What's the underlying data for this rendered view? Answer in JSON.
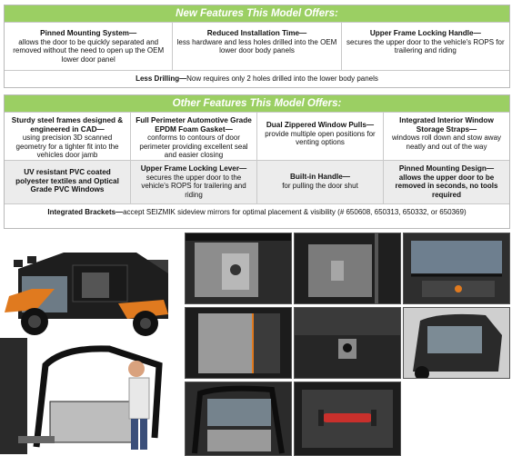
{
  "new_features": {
    "title": "New Features This Model Offers:",
    "items": [
      {
        "heading": "Pinned Mounting System—",
        "body": "allows the door to be quickly separated and removed without the need to open up the OEM lower door panel"
      },
      {
        "heading": "Reduced Installation Time—",
        "body": "less hardware and less holes drilled into the OEM lower door body panels"
      },
      {
        "heading": "Upper Frame Locking Handle—",
        "body": "secures the upper door to the vehicle's ROPS for trailering and riding"
      }
    ],
    "footer": {
      "heading": "Less Drilling—",
      "body": "Now requires only 2 holes drilled into the lower body panels"
    }
  },
  "other_features": {
    "title": "Other Features This Model Offers:",
    "row1": [
      {
        "heading": "Sturdy steel frames designed & engineered in CAD—",
        "body": "using precision 3D scanned geometry for a tighter fit into the vehicles door jamb"
      },
      {
        "heading": "Full Perimeter Automotive Grade EPDM Foam Gasket—",
        "body": "conforms to contours of door perimeter providing excellent seal and easier closing"
      },
      {
        "heading": "Dual Zippered Window Pulls—",
        "body": "provide multiple open positions for venting options"
      },
      {
        "heading": "Integrated Interior Window Storage Straps—",
        "body": "windows roll down and stow away neatly and out of the way"
      }
    ],
    "row2": [
      {
        "heading": "UV resistant PVC coated polyester textiles and Optical Grade PVC Windows",
        "body": ""
      },
      {
        "heading": "Upper Frame Locking Lever—",
        "body": "secures the upper door to the vehicle's ROPS for trailering and riding"
      },
      {
        "heading": "Built-in Handle—",
        "body": "for pulling the door shut"
      },
      {
        "heading": "Pinned Mounting Design—",
        "body": "allows the upper door to be removed in seconds, no tools required"
      }
    ],
    "footer": {
      "heading": "Integrated Brackets—",
      "body": "accept SEIZMIK sideview mirrors for optimal placement & visibility (# 650608, 650313, 650332, or 650369)"
    }
  },
  "colors": {
    "header_green": "#9bcf63",
    "vehicle_orange": "#e07a1f",
    "handle_red": "#c9302c"
  }
}
